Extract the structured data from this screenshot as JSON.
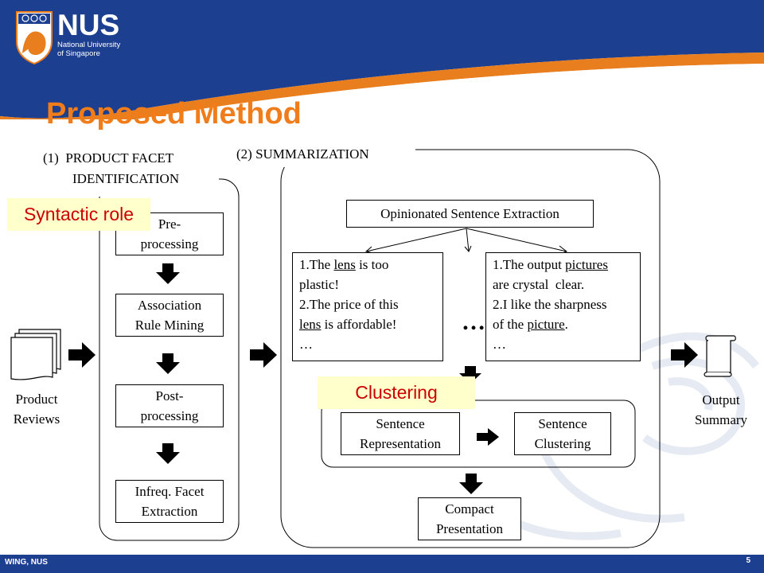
{
  "slide": {
    "title": "Proposed Method",
    "logo": {
      "name": "NUS",
      "line1": "National University",
      "line2": "of Singapore"
    },
    "footer_left": "WING, NUS",
    "page_number": "5"
  },
  "input": {
    "line1": "Product",
    "line2": "Reviews"
  },
  "output": {
    "line1": "Output",
    "line2": "Summary"
  },
  "section1": {
    "line1": "(1)  PRODUCT FACET",
    "line2": "IDENTIFICATION",
    "tag": "Syntactic role",
    "steps": [
      {
        "line1": "Pre-",
        "line2": "processing"
      },
      {
        "line1": "Association",
        "line2": "Rule Mining"
      },
      {
        "line1": "Post-",
        "line2": "processing"
      },
      {
        "line1": "Infreq. Facet",
        "line2": "Extraction"
      }
    ]
  },
  "section2": {
    "label": "(2) SUMMARIZATION",
    "extraction": "Opinionated Sentence Extraction",
    "cluster_left": {
      "l1_pre": "1.The ",
      "l1_u": "lens",
      "l1_post": " is too",
      "l2": "plastic!",
      "l3": "2.The price of this",
      "l4_u": "lens",
      "l4_post": " is affordable!",
      "l5": "…"
    },
    "cluster_right": {
      "l1_pre": "1.The output ",
      "l1_u": "pictures",
      "l2": "are crystal  clear.",
      "l3": "2.I like the sharpness",
      "l4_pre": "of the ",
      "l4_u": "picture",
      "l4_post": ".",
      "l5": "…"
    },
    "ellipsis": "…",
    "tag": "Clustering",
    "representation": {
      "line1": "Sentence",
      "line2": "Representation"
    },
    "clustering": {
      "line1": "Sentence",
      "line2": "Clustering"
    },
    "presentation": {
      "line1": "Compact",
      "line2": "Presentation"
    }
  },
  "colors": {
    "nus_blue": "#1c3f8f",
    "title_orange": "#f07c1a",
    "tag_bg": "#ffffcc",
    "tag_text": "#cc0000"
  }
}
